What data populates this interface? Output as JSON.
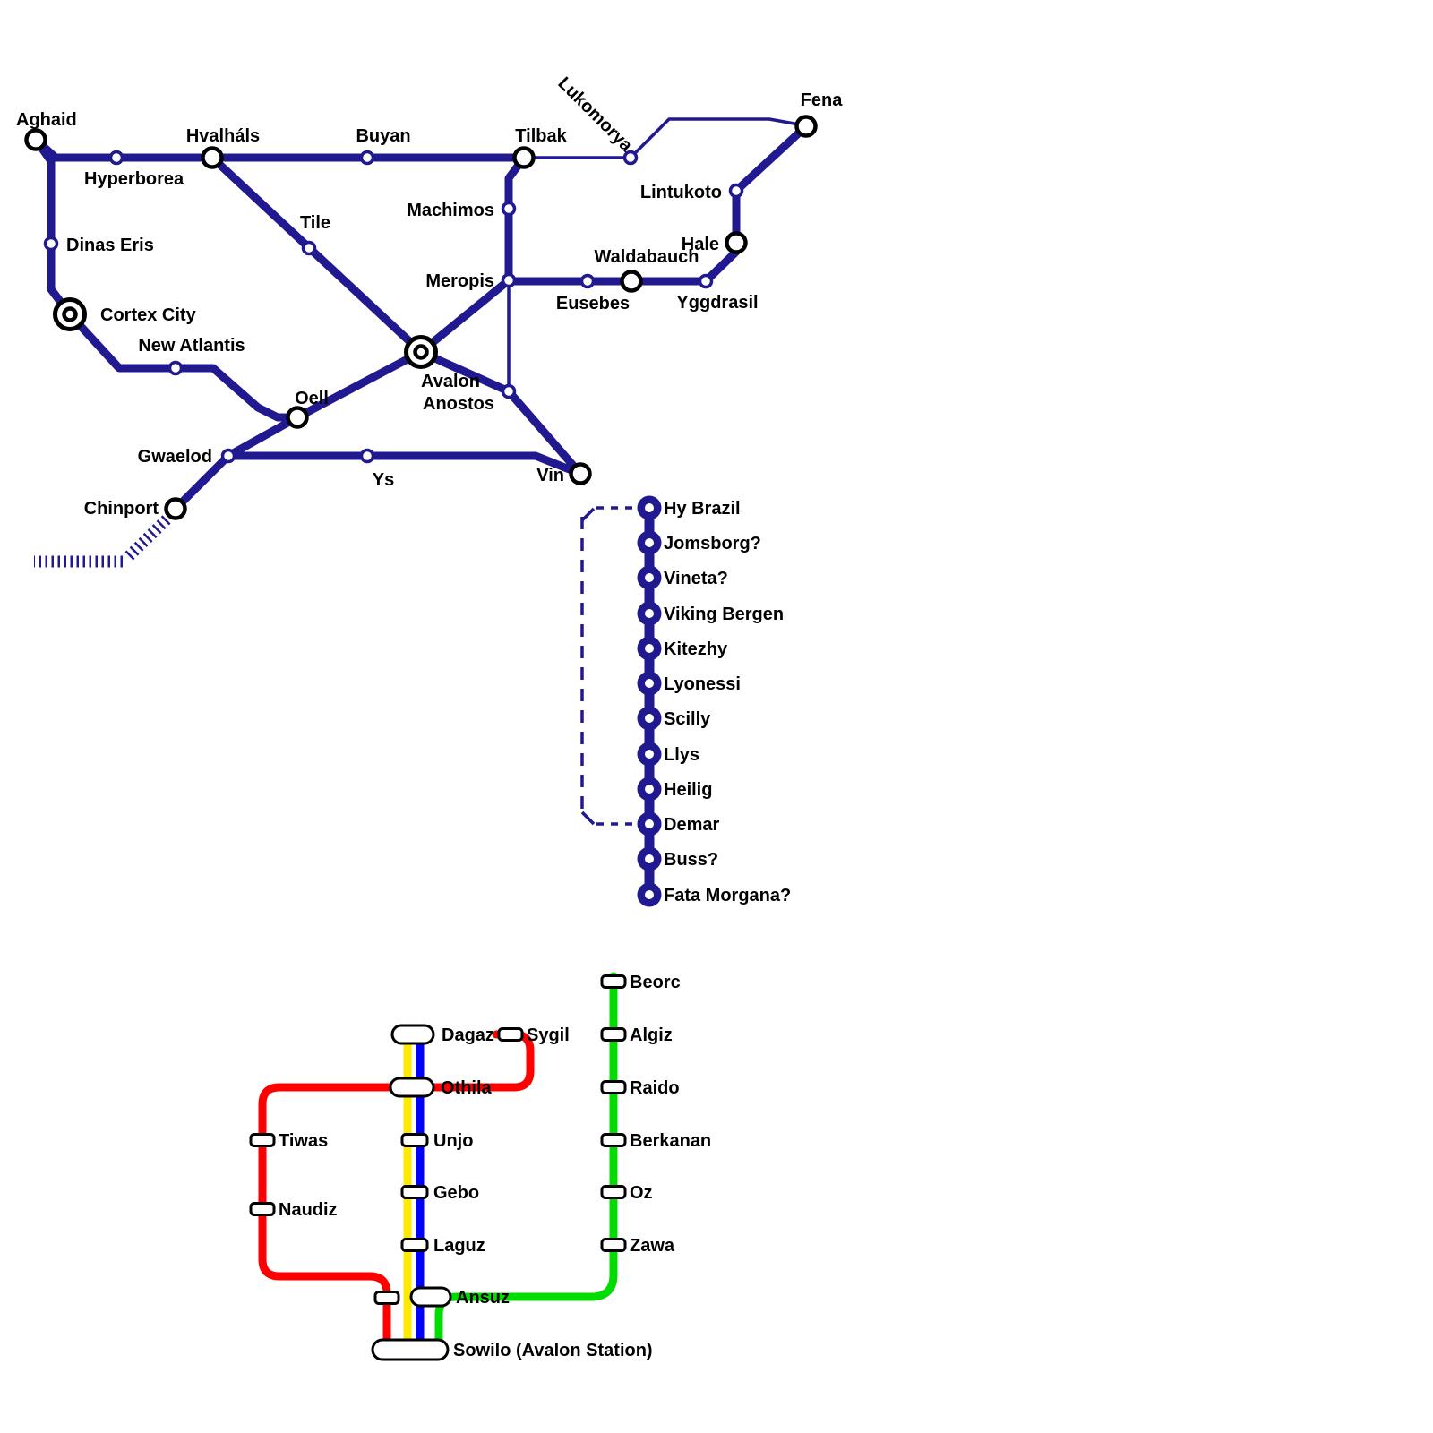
{
  "colors": {
    "navy": "#201990",
    "red": "#FF0000",
    "yellow": "#FFE900",
    "blue": "#0000FF",
    "green": "#00DC00",
    "black": "#000000",
    "white": "#FFFFFF"
  },
  "network": {
    "line_label": "Lukomorya",
    "stations": {
      "aghaid": "Aghaid",
      "hyperborea": "Hyperborea",
      "hvalhals": "Hvalháls",
      "buyan": "Buyan",
      "tilbak": "Tilbak",
      "fena": "Fena",
      "lintukoto": "Lintukoto",
      "hale": "Hale",
      "waldabauch": "Waldabauch",
      "eusebes": "Eusebes",
      "yggdrasil": "Yggdrasil",
      "machimos": "Machimos",
      "meropis": "Meropis",
      "tile": "Tile",
      "dinas_eris": "Dinas Eris",
      "cortex_city": "Cortex City",
      "new_atlantis": "New Atlantis",
      "avalon": "Avalon",
      "anostos": "Anostos",
      "oell": "Oell",
      "gwaelod": "Gwaelod",
      "ys": "Ys",
      "vin": "Vin",
      "chinport": "Chinport"
    }
  },
  "islands": {
    "stations": [
      "Hy Brazil",
      "Jomsborg?",
      "Vineta?",
      "Viking Bergen",
      "Kitezhy",
      "Lyonessi",
      "Scilly",
      "Llys",
      "Heilig",
      "Demar",
      "Buss?",
      "Fata Morgana?"
    ]
  },
  "metro": {
    "stations": {
      "beorc": "Beorc",
      "dagaz": "Dagaz",
      "sygil": "Sygil",
      "algiz": "Algiz",
      "othila": "Othila",
      "raido": "Raido",
      "tiwas": "Tiwas",
      "unjo": "Unjo",
      "berkanan": "Berkanan",
      "gebo": "Gebo",
      "oz": "Oz",
      "naudiz": "Naudiz",
      "laguz": "Laguz",
      "zawa": "Zawa",
      "ansuz": "Ansuz",
      "sowilo": "Sowilo (Avalon Station)"
    }
  }
}
